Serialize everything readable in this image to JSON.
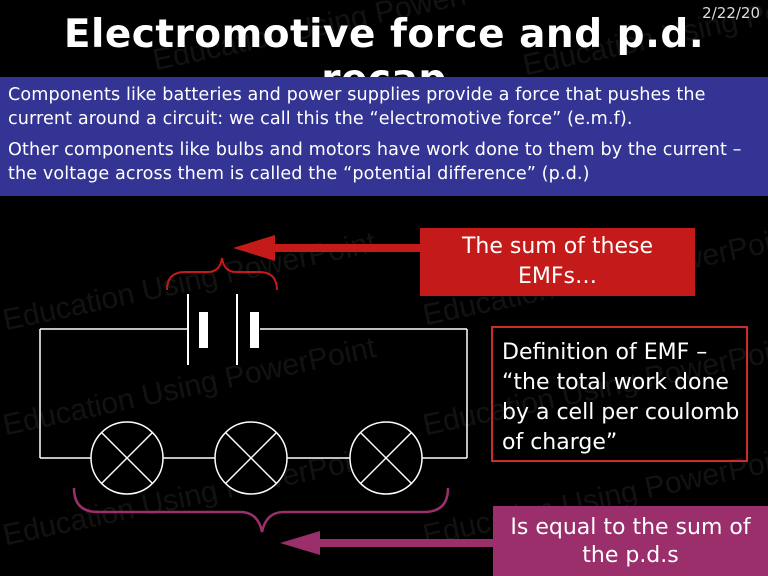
{
  "date": "2/22/20",
  "title": "Electromotive force and p.d. recap",
  "intro": {
    "paragraph_1": "Components like batteries and power supplies provide a force that pushes the current around a circuit: we call this the “electromotive force” (e.m.f).",
    "paragraph_2": "Other components like bulbs and motors have work done to them by the current – the voltage across them is called the “potential difference” (p.d.)"
  },
  "callouts": {
    "emf_sum": "The sum of these EMFs…",
    "definition": "Definition of EMF – “the total work done by a cell per coulomb of charge”",
    "pd_sum": "Is equal to the sum of the p.d.s"
  },
  "watermark": "Education Using PowerPoint",
  "colors": {
    "background": "#000000",
    "intro_band": "#343494",
    "emf_callout": "#c41a1a",
    "definition_border": "#d12a2a",
    "pd_callout": "#9a2f6b",
    "emf_arrow": "#c41a1a",
    "pd_arrow": "#9a2f6b"
  },
  "diagram": {
    "cells": 2,
    "lamps": 3
  }
}
